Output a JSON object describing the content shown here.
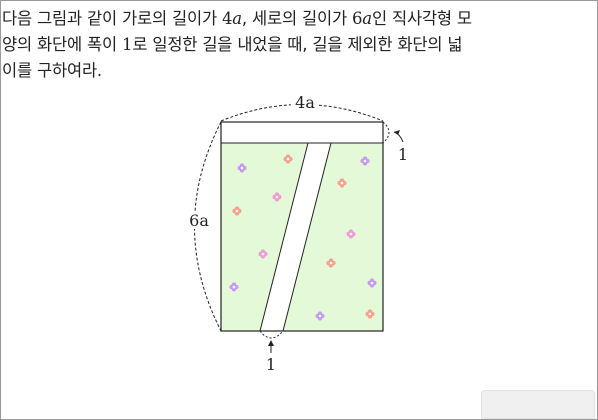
{
  "problem": {
    "line1": {
      "p1": "다음 그림과 같이 가로의 길이가 ",
      "n1": "4",
      "v1": "a",
      "p2": ", 세로의 길이가 ",
      "n2": "6",
      "v2": "a",
      "p3": "인 직사각형 모"
    },
    "line2": {
      "p1": "양의 화단에 폭이 ",
      "n1": "1",
      "p2": "로 일정한 길을 내었을 때, 길을 제외한 화단의 넓"
    },
    "line3": "이를 구하여라."
  },
  "figure": {
    "width_label": "4a",
    "height_label": "6a",
    "top_path_width_label": "1",
    "bottom_path_width_label": "1"
  },
  "colors": {
    "garden": "#e4f9d8",
    "flower_pink": "#f7a08c",
    "flower_purple": "#c79cf0",
    "flower_magenta": "#ef9cd6"
  }
}
